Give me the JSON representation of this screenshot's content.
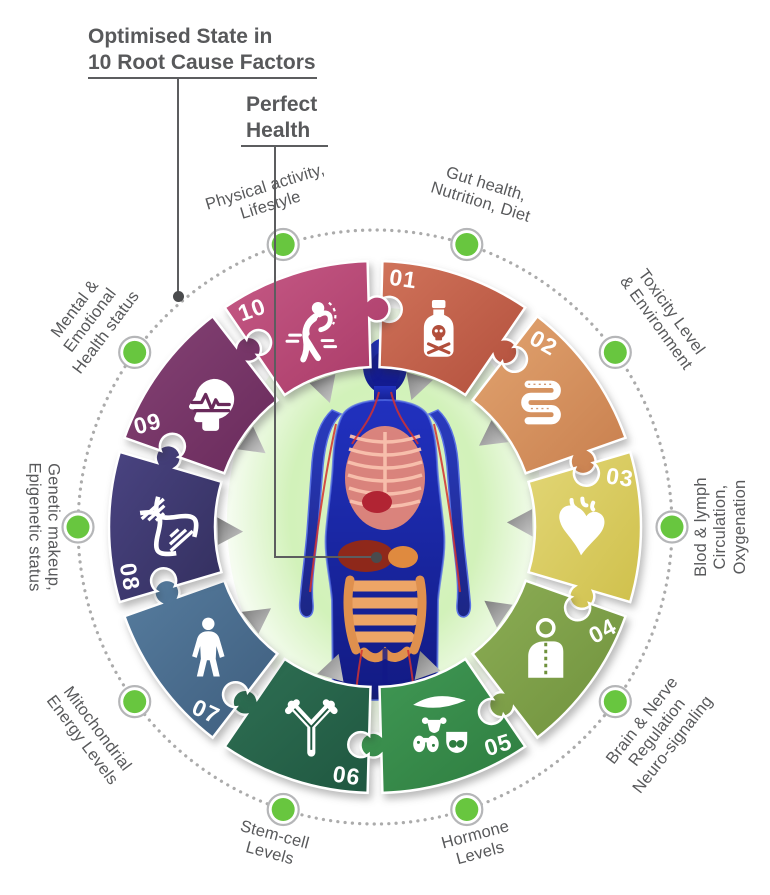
{
  "title": {
    "lines": [
      "Optimised State in",
      "10 Root Cause Factors"
    ]
  },
  "center_label": {
    "lines": [
      "Perfect",
      "Health"
    ]
  },
  "colors": {
    "label_text": "#58595b",
    "annotation_line": "#5c5d5f",
    "dot_green": "#68c63f",
    "dot_ring": "#b5b6b8",
    "dotted_circle": "#ababab",
    "arrow_gray": "#9b9b9b",
    "glow_green": "#cdf0b2"
  },
  "segments": [
    {
      "number": "01",
      "angle": 72,
      "color": "#b24f3c",
      "color_light": "#d0735a",
      "icon": "poison-bottle-icon",
      "label_lines": [
        "Gut health,",
        "Nutrition, Diet"
      ],
      "label_rotation": 17,
      "label_radius": 350,
      "number_rotation": 8
    },
    {
      "number": "02",
      "angle": 36,
      "color": "#c87f4e",
      "color_light": "#e2a470",
      "icon": "intestine-icon",
      "label_lines": [
        "Toxicity Level",
        "& Environment"
      ],
      "label_rotation": 54,
      "label_radius": 356,
      "number_rotation": 30
    },
    {
      "number": "03",
      "angle": 0,
      "color": "#cfc04b",
      "color_light": "#e2d676",
      "icon": "heart-icon",
      "label_lines": [
        "Blod & lymph",
        "Circulation,",
        "Oxygenation"
      ],
      "label_rotation": -90,
      "label_radius": 346,
      "number_rotation": 8
    },
    {
      "number": "04",
      "angle": -36,
      "color": "#6f913c",
      "color_light": "#8cad55",
      "icon": "spine-icon",
      "label_lines": [
        "Brain & Nerve",
        "Regulation",
        "Neuro-signaling"
      ],
      "label_rotation": -52,
      "label_radius": 350,
      "number_rotation": -28
    },
    {
      "number": "05",
      "angle": -72,
      "color": "#2e7d40",
      "color_light": "#419955",
      "icon": "glands-icon",
      "label_lines": [
        "Hormone",
        "Levels"
      ],
      "label_rotation": -15,
      "label_radius": 334,
      "number_rotation": -18
    },
    {
      "number": "06",
      "angle": -108,
      "color": "#1f5740",
      "color_light": "#2f7054",
      "icon": "antibody-icon",
      "label_lines": [
        "Stem-cell",
        "Levels"
      ],
      "label_rotation": 15,
      "label_radius": 334,
      "number_rotation": 8
    },
    {
      "number": "07",
      "angle": -144,
      "color": "#3e5d7d",
      "color_light": "#567c9e",
      "icon": "body-icon",
      "label_lines": [
        "Mitochondrial",
        "Energy Levels"
      ],
      "label_rotation": 53,
      "label_radius": 354,
      "number_rotation": 25
    },
    {
      "number": "08",
      "angle": 180,
      "color": "#332f5e",
      "color_light": "#4a4482",
      "icon": "dna-icon",
      "label_lines": [
        "Genetic makeup,",
        "Epigenetic status"
      ],
      "label_rotation": 90,
      "label_radius": 332,
      "number_rotation": 80
    },
    {
      "number": "09",
      "angle": 144,
      "color": "#692a5b",
      "color_light": "#854375",
      "icon": "head-pulse-icon",
      "label_lines": [
        "Mental &",
        "Emotional",
        "Health status"
      ],
      "label_rotation": -53,
      "label_radius": 351,
      "number_rotation": -15
    },
    {
      "number": "10",
      "angle": 108,
      "color": "#a93a67",
      "color_light": "#c65a86",
      "icon": "exercise-icon",
      "label_lines": [
        "Physical activity,",
        "Lifestyle"
      ],
      "label_rotation": -17,
      "label_radius": 347,
      "number_rotation": -20
    }
  ]
}
